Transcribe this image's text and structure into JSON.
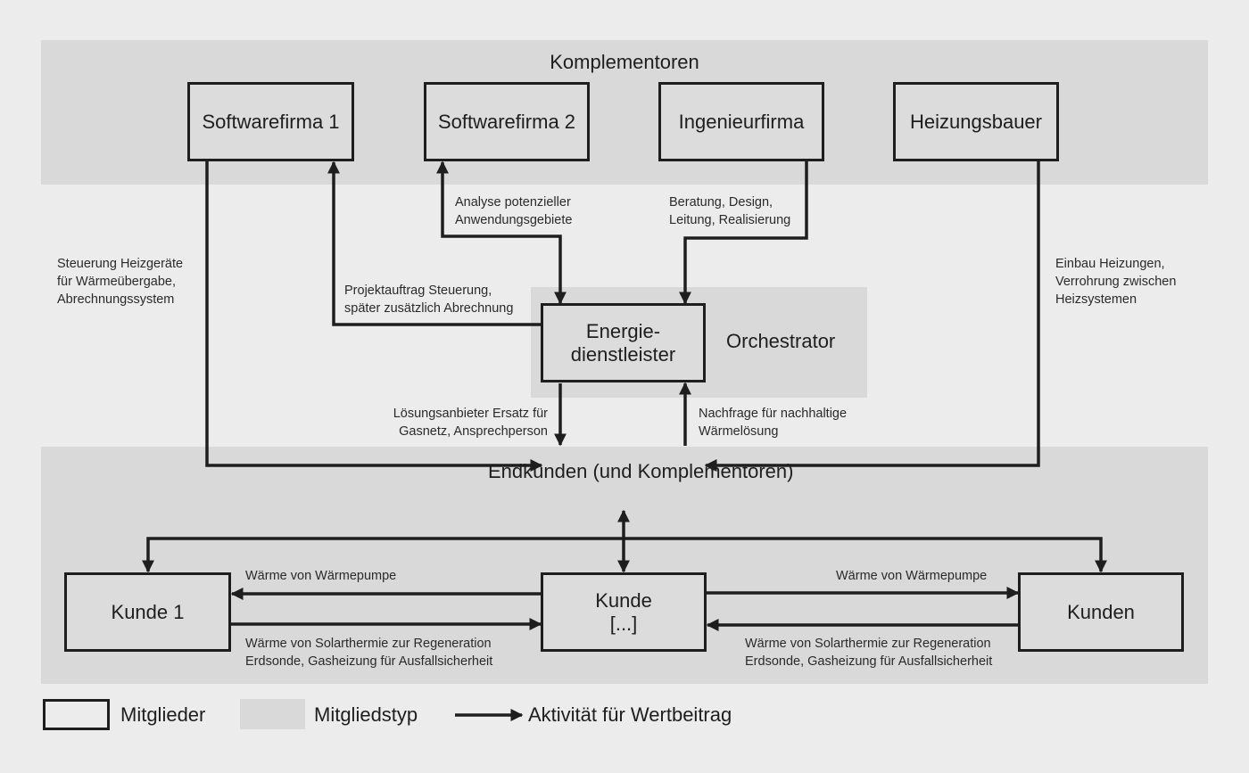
{
  "groups": {
    "komplementoren": "Komplementoren",
    "orchestrator": "Orchestrator",
    "endkunden_line1": "Endkunden",
    "endkunden_line2": "(und Komplementoren)"
  },
  "members": {
    "softwarefirma1": "Softwarefirma 1",
    "softwarefirma2": "Softwarefirma 2",
    "ingenieurfirma": "Ingenieurfirma",
    "heizungsbauer": "Heizungsbauer",
    "energie_line1": "Energie-",
    "energie_line2": "dienstleister",
    "kunde1": "Kunde 1",
    "kunde_mid_line1": "Kunde",
    "kunde_mid_line2": "[...]",
    "kunden": "Kunden"
  },
  "activities": {
    "steuerung": [
      "Steuerung Heizgeräte",
      "für Wärmeübergabe,",
      "Abrechnungssystem"
    ],
    "projektauftrag": [
      "Projektauftrag Steuerung,",
      "später zusätzlich Abrechnung"
    ],
    "analyse": [
      "Analyse potenzieller",
      "Anwendungsgebiete"
    ],
    "beratung": [
      "Beratung, Design,",
      "Leitung, Realisierung"
    ],
    "einbau": [
      "Einbau Heizungen,",
      "Verrohrung zwischen",
      "Heizsystemen"
    ],
    "loesungsanbieter": [
      "Lösungsanbieter Ersatz für",
      "Gasnetz, Ansprechperson"
    ],
    "nachfrage": [
      "Nachfrage für nachhaltige",
      "Wärmelösung"
    ],
    "waerme_pumpe_left": "Wärme von Wärmepumpe",
    "waerme_solar_left": [
      "Wärme von Solarthermie zur Regeneration",
      "Erdsonde, Gasheizung für Ausfallsicherheit"
    ],
    "waerme_pumpe_right": "Wärme von Wärmepumpe",
    "waerme_solar_right": [
      "Wärme von Solarthermie zur Regeneration",
      "Erdsonde, Gasheizung für Ausfallsicherheit"
    ]
  },
  "legend": {
    "mitglieder": "Mitglieder",
    "mitgliedstyp": "Mitgliedstyp",
    "aktivitaet": "Aktivität für Wertbeitrag"
  },
  "colors": {
    "background": "#ececec",
    "group_band": "#d9d9d9",
    "line": "#1e1e1e"
  }
}
